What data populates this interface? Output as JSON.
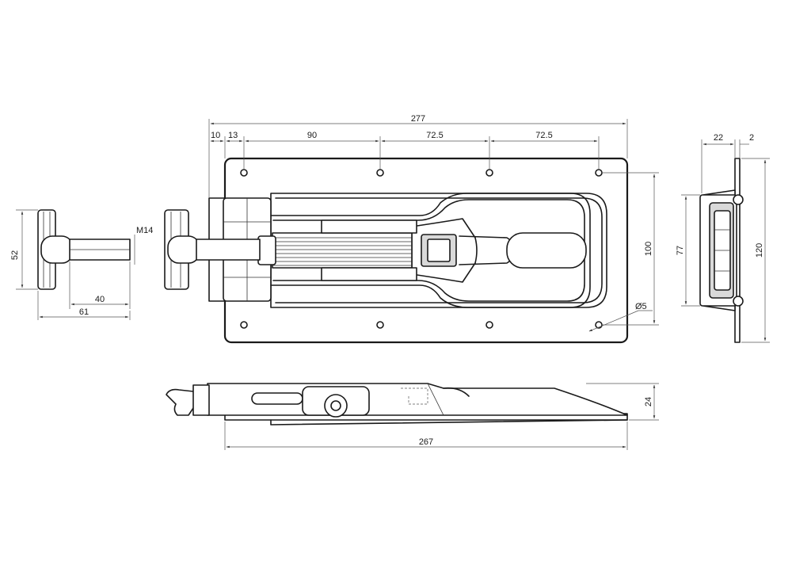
{
  "dimensions": {
    "overall_length": "277",
    "flange_left": "10",
    "flange_hole": "13",
    "hole_pitch_1": "90",
    "hole_pitch_2": "72.5",
    "hole_pitch_3": "72.5",
    "height_outer": "120",
    "height_inner": "100",
    "hole_diameter": "Ø5",
    "side_width": "22",
    "side_thickness": "2",
    "side_inner_height": "77",
    "bottom_length": "267",
    "bottom_height": "24",
    "handle_height": "52",
    "thread": "M14",
    "shaft_length": "40",
    "key_length": "61"
  }
}
